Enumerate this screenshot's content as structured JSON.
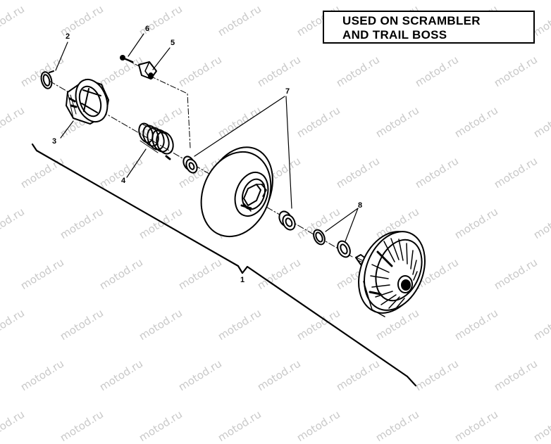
{
  "title": {
    "line1": "USED ON SCRAMBLER",
    "line2": "AND TRAIL BOSS"
  },
  "callouts": {
    "c1": "1",
    "c2": "2",
    "c3": "3",
    "c4": "4",
    "c5": "5",
    "c6": "6",
    "c7": "7",
    "c8": "8"
  },
  "watermark": "motod.ru"
}
